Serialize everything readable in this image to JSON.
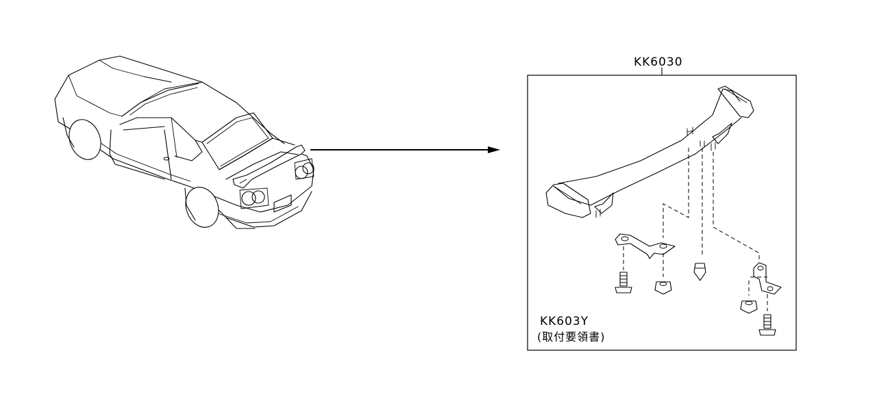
{
  "diagram": {
    "assembly_part_number": "KK6030",
    "instruction_part_number": "KK603Y",
    "instruction_note": "(取付要領書)"
  }
}
